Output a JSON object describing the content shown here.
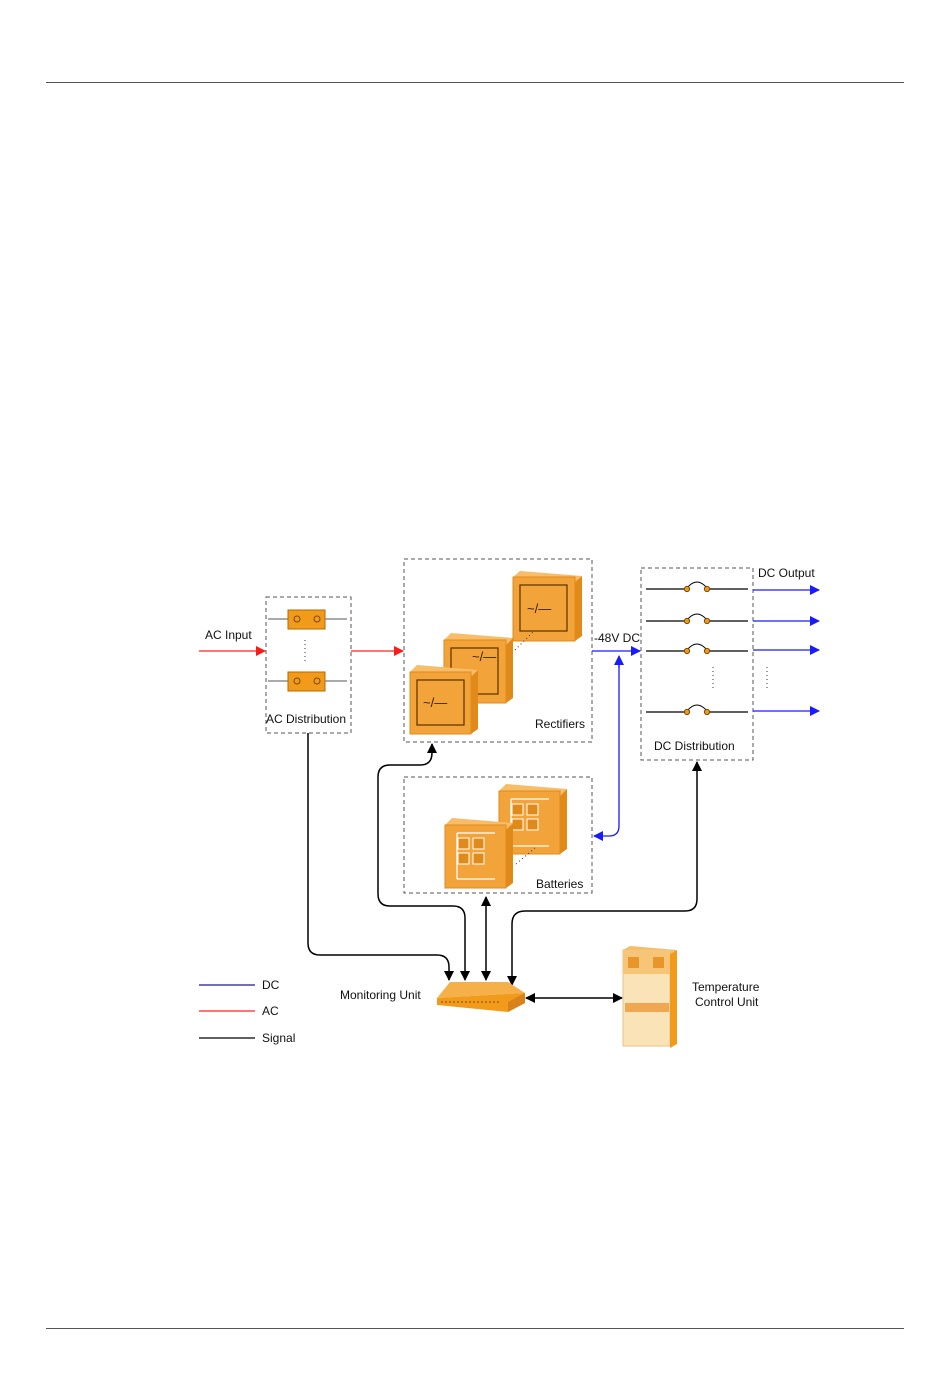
{
  "diagram": {
    "labels": {
      "ac_input": "AC Input",
      "ac_distribution": "AC Distribution",
      "rectifiers": "Rectifiers",
      "dc_bus": "-48V DC",
      "dc_output": "DC Output",
      "dc_distribution": "DC Distribution",
      "batteries": "Batteries",
      "monitoring_unit": "Monitoring Unit",
      "temperature_control_unit_line1": "Temperature",
      "temperature_control_unit_line2": "Control Unit",
      "rectifier_symbol": "~/—"
    },
    "legend": [
      {
        "label": "DC",
        "color": "#1a1a8c"
      },
      {
        "label": "AC",
        "color": "#ff2020"
      },
      {
        "label": "Signal",
        "color": "#000000"
      }
    ],
    "colors": {
      "module": "#f2a33a",
      "ac_line": "#ff2020",
      "dc_line": "#1a1aff",
      "signal_line": "#000000"
    }
  }
}
